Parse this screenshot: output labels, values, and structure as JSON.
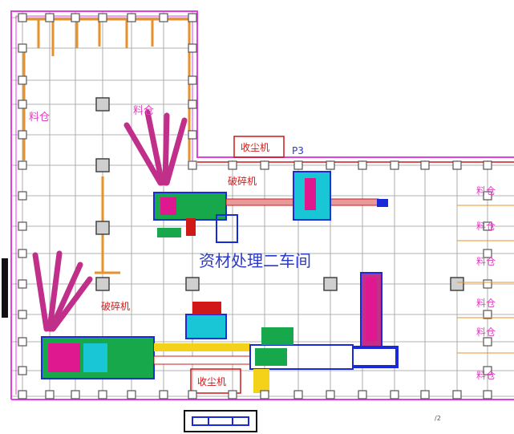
{
  "labels": {
    "liao_cang_1": "料仓",
    "liao_cang_2": "料仓",
    "shou_chen_ji": "收尘机",
    "p3": "P3",
    "po_sui_ji_1": "破碎机",
    "hall_name": "资材处理二车间",
    "po_sui_ji_2": "破碎机",
    "shou_chen_ji_2": "收尘机",
    "right_bins": [
      "料仓",
      "料仓",
      "料仓",
      "料仓",
      "料仓",
      "料仓"
    ],
    "corner_mark": "/2"
  },
  "colors": {
    "wall": "#e040e0",
    "grid": "#9a9a9a",
    "column": "#555555",
    "beam_orange": "#e8902a",
    "beam_red": "#d01818",
    "equipment_blue": "#1a2ad8",
    "equipment_green": "#16a84a",
    "equipment_magenta": "#e01890",
    "equipment_cyan": "#19c6d6",
    "equipment_yellow": "#f5d21a"
  }
}
